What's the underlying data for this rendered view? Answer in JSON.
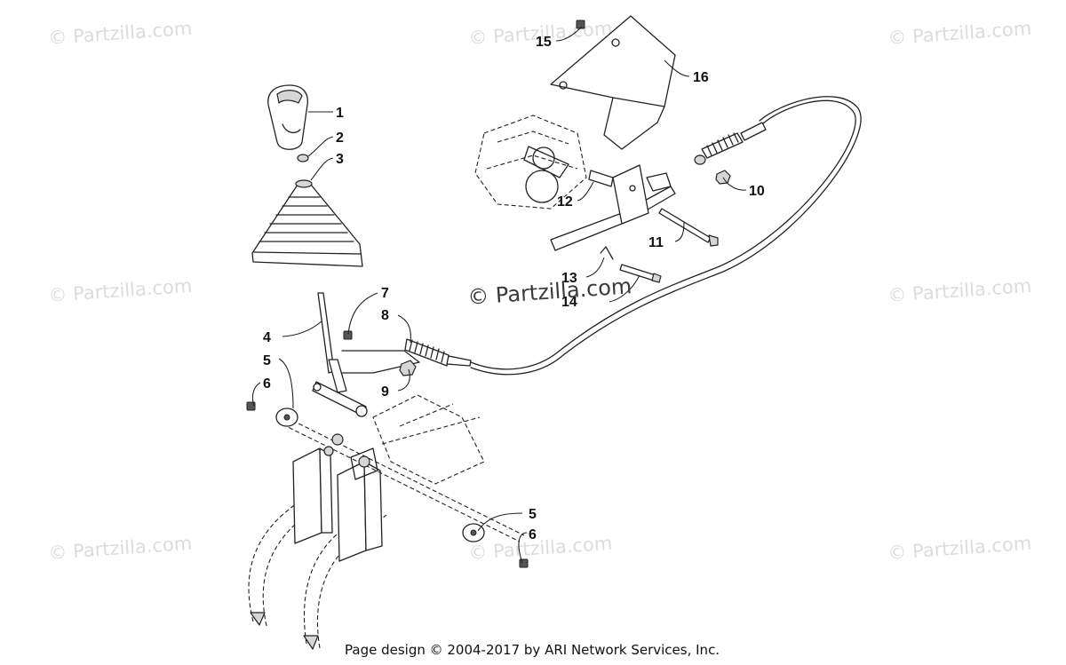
{
  "watermarks": [
    "© Partzilla.com",
    "© Partzilla.com",
    "© Partzilla.com",
    "© Partzilla.com",
    "© Partzilla.com",
    "© Partzilla.com",
    "© Partzilla.com",
    "© Partzilla.com"
  ],
  "center_watermark": "© Partzilla.com",
  "callouts": [
    "1",
    "2",
    "3",
    "4",
    "5",
    "6",
    "7",
    "8",
    "9",
    "10",
    "11",
    "12",
    "13",
    "14",
    "15",
    "16",
    "5",
    "6"
  ],
  "footer": "Page design © 2004-2017 by ARI Network Services, Inc."
}
